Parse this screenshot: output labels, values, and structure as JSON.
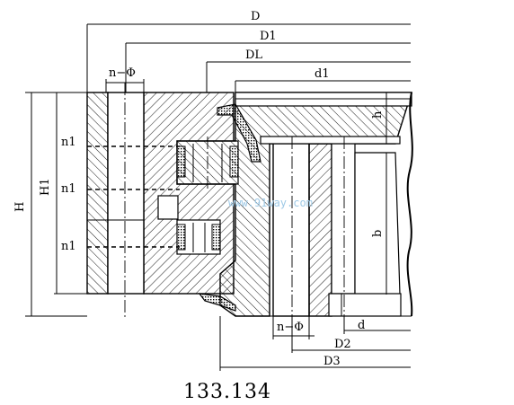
{
  "labels": {
    "D": "D",
    "D1": "D1",
    "DL": "DL",
    "d1": "d1",
    "n_phi_top": "n−Φ",
    "n1_a": "n1",
    "n1_b": "n1",
    "n1_c": "n1",
    "H": "H",
    "H1": "H1",
    "h": "h",
    "b": "b",
    "n_phi_bottom": "n−Φ",
    "d": "d",
    "D2": "D2",
    "D3": "D3"
  },
  "watermark": "www.91way.com",
  "caption": "133.134",
  "colors": {
    "line": "#000000",
    "watermark": "#9ec9e6",
    "background": "#ffffff"
  }
}
